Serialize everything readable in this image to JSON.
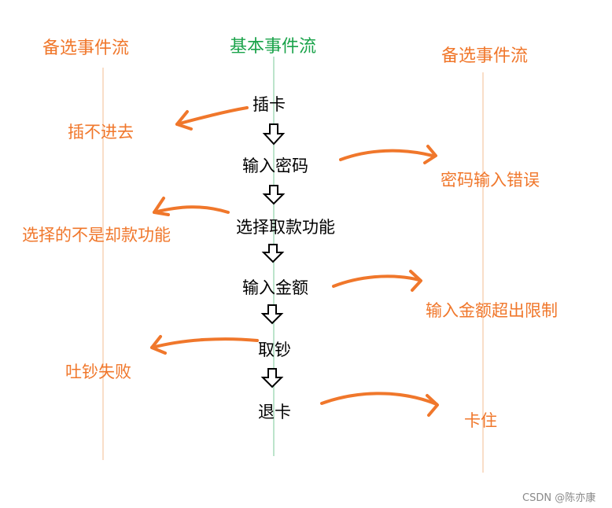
{
  "colors": {
    "alt": "#F0772B",
    "basic_header": "#1AA34A",
    "basic_line": "#8FD3A9",
    "alt_line": "#F5C8A4",
    "text": "#000000",
    "watermark": "#8A8A8A"
  },
  "headers": {
    "left": "备选事件流",
    "center": "基本事件流",
    "right": "备选事件流"
  },
  "basic_steps": [
    "插卡",
    "输入密码",
    "选择取款功能",
    "输入金额",
    "取钞",
    "退卡"
  ],
  "alternates": {
    "card_insert_fail": "插不进去",
    "wrong_password": "密码输入错误",
    "wrong_function": "选择的不是却款功能",
    "amount_over_limit": "输入金额超出限制",
    "cash_fail": "吐钞失败",
    "card_stuck": "卡住"
  },
  "watermark": "CSDN @陈亦康"
}
